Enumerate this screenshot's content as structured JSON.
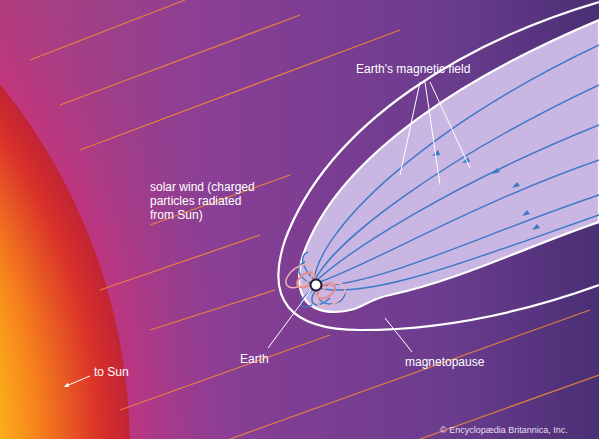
{
  "diagram": {
    "labels": [
      "Earth's magnetic field",
      "solar wind (charged particles radiated from Sun)",
      "Earth",
      "magnetopause",
      "to Sun",
      "© Encyclopædia Britannica, Inc."
    ]
  }
}
